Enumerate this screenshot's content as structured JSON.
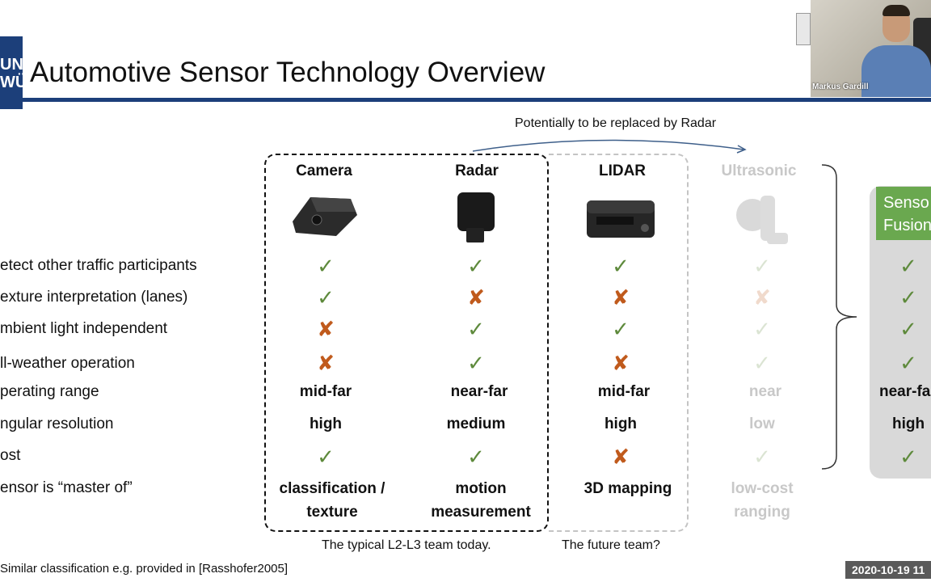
{
  "header": {
    "logo_line1": "UNI",
    "logo_line2": "WÜ",
    "title": "Automotive Sensor Technology Overview"
  },
  "video": {
    "participant_name": "Markus Gardill"
  },
  "annotation": {
    "arrow_label": "Potentially to be replaced by Radar"
  },
  "columns": [
    {
      "name": "Camera",
      "image": "camera-sensor-icon"
    },
    {
      "name": "Radar",
      "image": "radar-sensor-icon"
    },
    {
      "name": "LIDAR",
      "image": "lidar-sensor-icon"
    },
    {
      "name": "Ultrasonic",
      "image": "ultrasonic-sensor-icon"
    }
  ],
  "fusion": {
    "line1": "Senso",
    "line2": "Fusion"
  },
  "rows": [
    {
      "label": "etect other traffic participants",
      "values": [
        "check",
        "check",
        "check",
        "check"
      ],
      "fusion": "check"
    },
    {
      "label": "exture interpretation (lanes)",
      "values": [
        "check",
        "cross",
        "cross",
        "cross"
      ],
      "fusion": "check"
    },
    {
      "label": "mbient light independent",
      "values": [
        "cross",
        "check",
        "check",
        "check"
      ],
      "fusion": "check"
    },
    {
      "label": "ll-weather operation",
      "values": [
        "cross",
        "check",
        "cross",
        "check"
      ],
      "fusion": "check"
    },
    {
      "label": "perating range",
      "values": [
        "mid-far",
        "near-far",
        "mid-far",
        "near"
      ],
      "fusion": "near-fa"
    },
    {
      "label": "ngular resolution",
      "values": [
        "high",
        "medium",
        "high",
        "low"
      ],
      "fusion": "high"
    },
    {
      "label": "ost",
      "values": [
        "check",
        "check",
        "cross",
        "check"
      ],
      "fusion": "check"
    },
    {
      "label": "ensor is “master of”",
      "values": [
        "classification /",
        "motion",
        "3D mapping",
        "low-cost"
      ],
      "values_line2": [
        "texture",
        "measurement",
        "",
        "ranging"
      ]
    }
  ],
  "symbols": {
    "check": "✓",
    "cross": "✘"
  },
  "notes": {
    "team_today": "The typical L2-L3 team today.",
    "team_future": "The future team?",
    "footnote": "Similar classification e.g. provided in [Rasshofer2005]",
    "timestamp": "2020-10-19 11"
  },
  "colors": {
    "brand_blue": "#1c3f7a",
    "check_green": "#5e8a3c",
    "cross_orange": "#c05a1c",
    "fusion_green": "#6aa84f"
  }
}
